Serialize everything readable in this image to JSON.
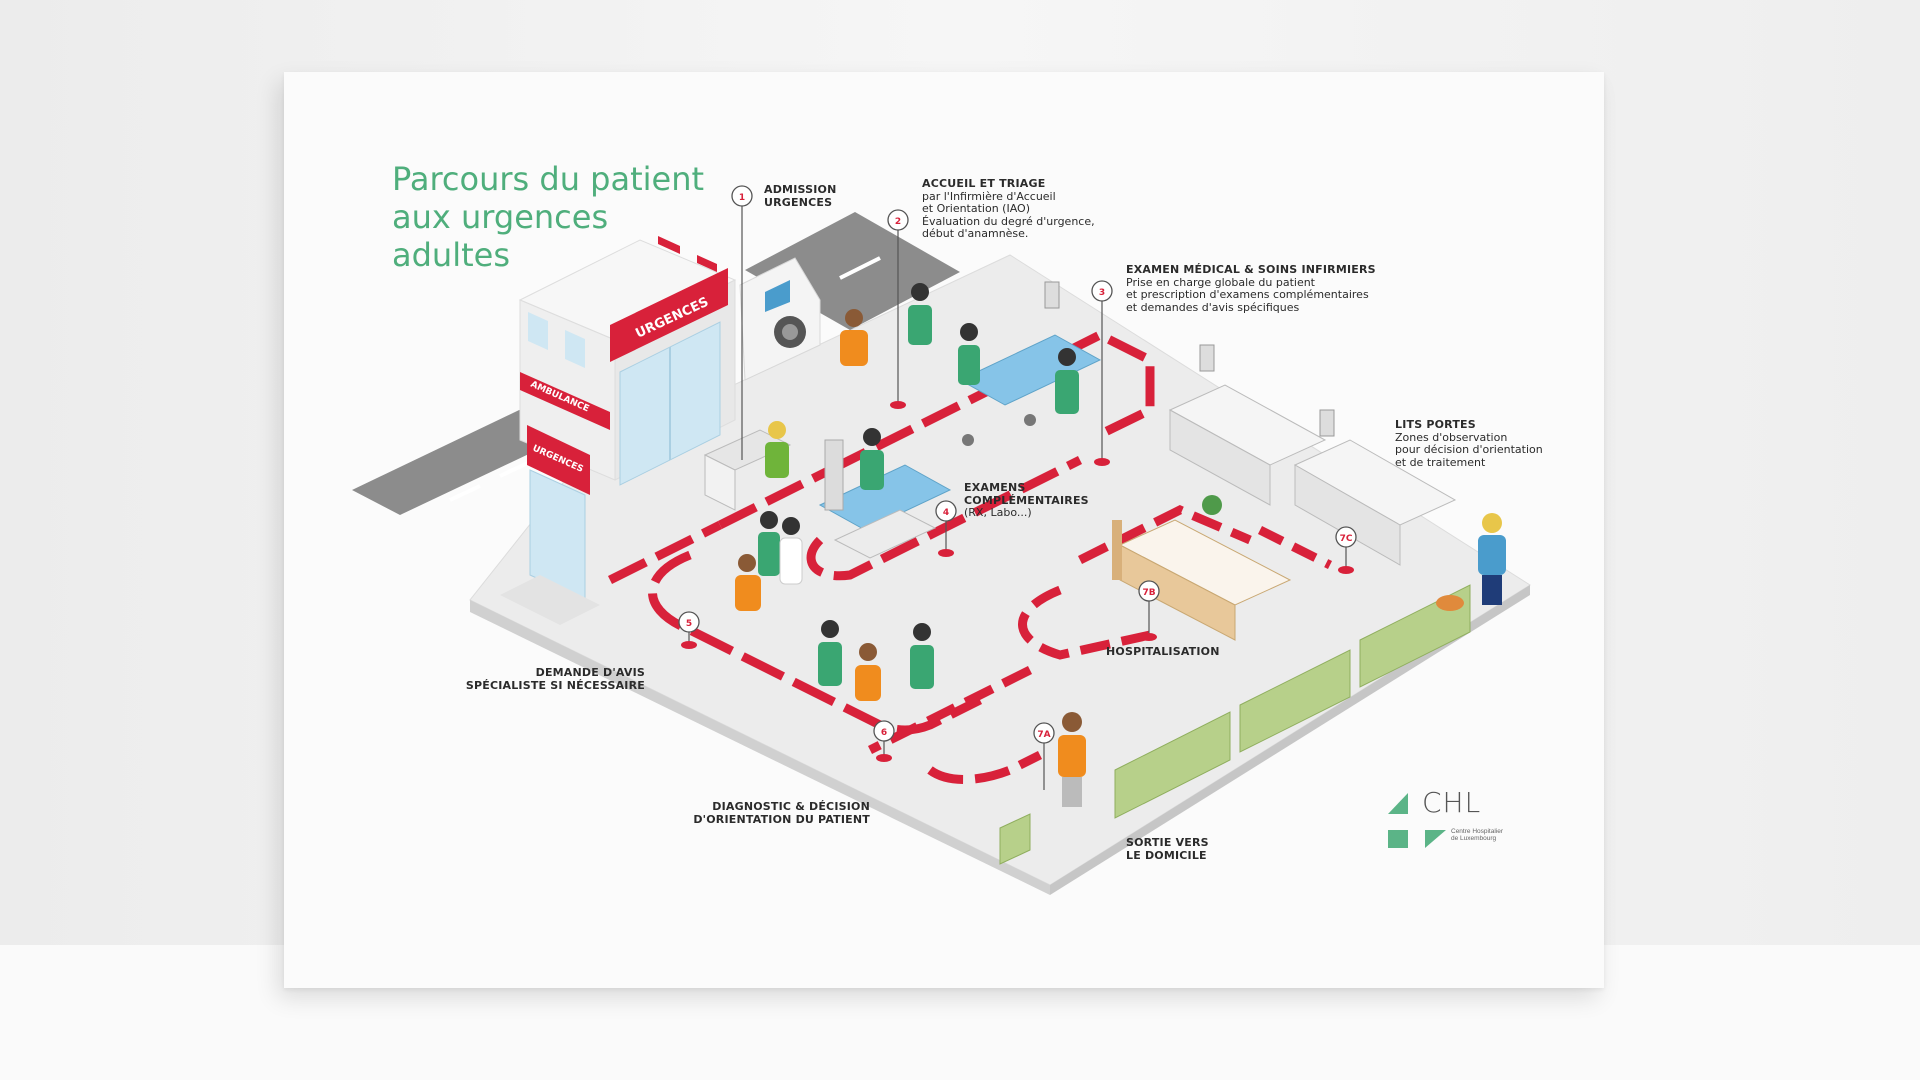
{
  "poster": {
    "title_lines": [
      "Parcours du patient",
      "aux urgences",
      "adultes"
    ],
    "colors": {
      "title_green": "#4fae7c",
      "path_red": "#d8213a",
      "staff_green": "#3aa672",
      "patient_orange": "#f08c1e",
      "road_gray": "#8c8c8c",
      "hedge_green": "#b7d08a",
      "bed_blue": "#86c4e8"
    },
    "signs": {
      "building": "URGENCES",
      "ambulance": "AMBULANCE",
      "entrance": "URGENCES"
    },
    "steps": [
      {
        "marker": "1",
        "title_lines": [
          "ADMISSION",
          "URGENCES"
        ],
        "desc_lines": []
      },
      {
        "marker": "2",
        "title_lines": [
          "ACCUEIL ET TRIAGE"
        ],
        "desc_lines": [
          "par l'Infirmière d'Accueil",
          "et Orientation (IAO)",
          "Évaluation du degré d'urgence,",
          "début d'anamnèse."
        ]
      },
      {
        "marker": "3",
        "title_lines": [
          "EXAMEN MÉDICAL & SOINS INFIRMIERS"
        ],
        "desc_lines": [
          "Prise en charge globale du patient",
          "et prescription d'examens complémentaires",
          "et demandes d'avis spécifiques"
        ]
      },
      {
        "marker": "4",
        "title_lines": [
          "EXAMENS",
          "COMPLÉMENTAIRES"
        ],
        "desc_lines": [
          "(RX, Labo...)"
        ]
      },
      {
        "marker": "5",
        "title_lines": [
          "DEMANDE D'AVIS",
          "SPÉCIALISTE SI NÉCESSAIRE"
        ],
        "desc_lines": []
      },
      {
        "marker": "6",
        "title_lines": [
          "DIAGNOSTIC & DÉCISION",
          "D'ORIENTATION DU PATIENT"
        ],
        "desc_lines": []
      },
      {
        "marker": "7A",
        "title_lines": [
          "SORTIE VERS",
          "LE DOMICILE"
        ],
        "desc_lines": []
      },
      {
        "marker": "7B",
        "title_lines": [
          "HOSPITALISATION"
        ],
        "desc_lines": []
      },
      {
        "marker": "7C",
        "title_lines": [
          "LITS PORTES"
        ],
        "desc_lines": [
          "Zones d'observation",
          "pour décision d'orientation",
          "et de traitement"
        ]
      }
    ],
    "logo": {
      "name": "CHL",
      "subtitle_lines": [
        "Centre Hospitalier",
        "de Luxembourg"
      ]
    }
  }
}
